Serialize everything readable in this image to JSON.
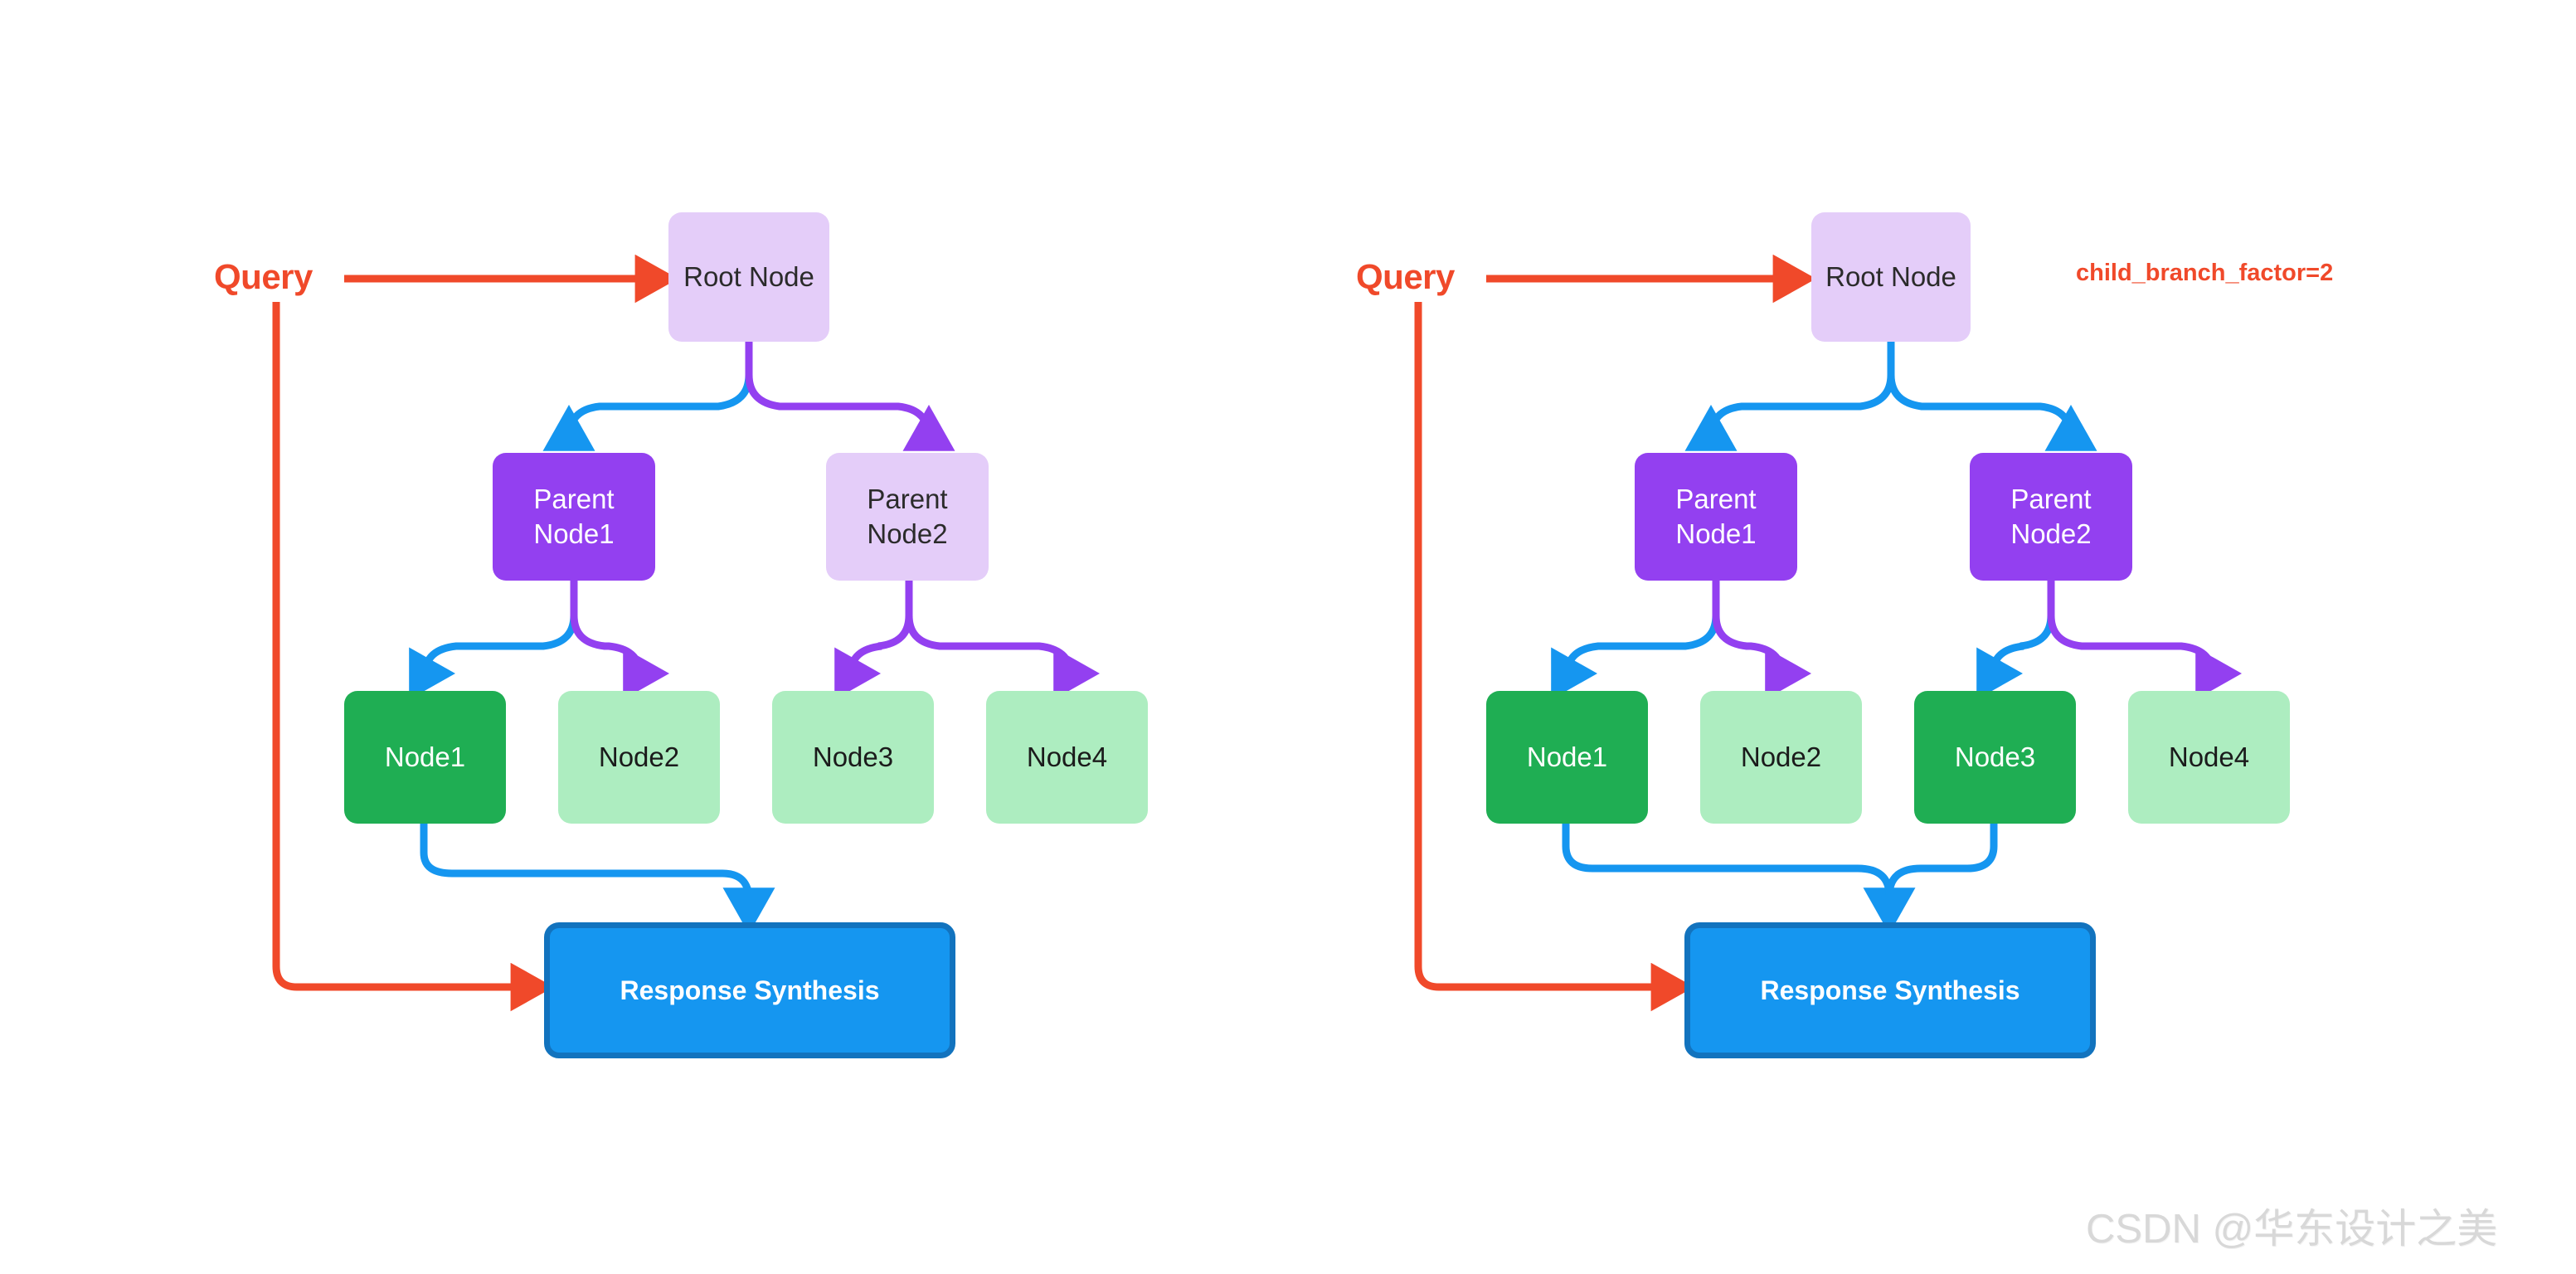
{
  "page": {
    "background_color": "#ffffff",
    "watermark": "CSDN @华东设计之美"
  },
  "palette": {
    "query_orange": "#F0492A",
    "root_lavender": "#E4CDF9",
    "parent_active_purple": "#9340F0",
    "parent_idle_purple": "#E4CDF9",
    "leaf_active_green": "#1FAE53",
    "leaf_idle_green": "#ADEDC0",
    "synthesis_blue": "#1596F0",
    "synthesis_border_blue": "#1273BE",
    "arrow_blue": "#1596F0",
    "arrow_purple": "#9340F0"
  },
  "diagrams": [
    {
      "id": "left-diagram",
      "query_label": "Query",
      "param_label": null,
      "root": {
        "label": "Root Node",
        "state": "idle"
      },
      "parents": [
        {
          "label": "Parent\nNode1",
          "state": "active"
        },
        {
          "label": "Parent\nNode2",
          "state": "idle"
        }
      ],
      "leaves": [
        {
          "label": "Node1",
          "state": "active"
        },
        {
          "label": "Node2",
          "state": "idle"
        },
        {
          "label": "Node3",
          "state": "idle"
        },
        {
          "label": "Node4",
          "state": "idle"
        }
      ],
      "synthesis": {
        "label": "Response Synthesis"
      }
    },
    {
      "id": "right-diagram",
      "query_label": "Query",
      "param_label": "child_branch_factor=2",
      "root": {
        "label": "Root Node",
        "state": "idle"
      },
      "parents": [
        {
          "label": "Parent\nNode1",
          "state": "active"
        },
        {
          "label": "Parent\nNode2",
          "state": "active"
        }
      ],
      "leaves": [
        {
          "label": "Node1",
          "state": "active"
        },
        {
          "label": "Node2",
          "state": "idle"
        },
        {
          "label": "Node3",
          "state": "active"
        },
        {
          "label": "Node4",
          "state": "idle"
        }
      ],
      "synthesis": {
        "label": "Response Synthesis"
      }
    }
  ]
}
